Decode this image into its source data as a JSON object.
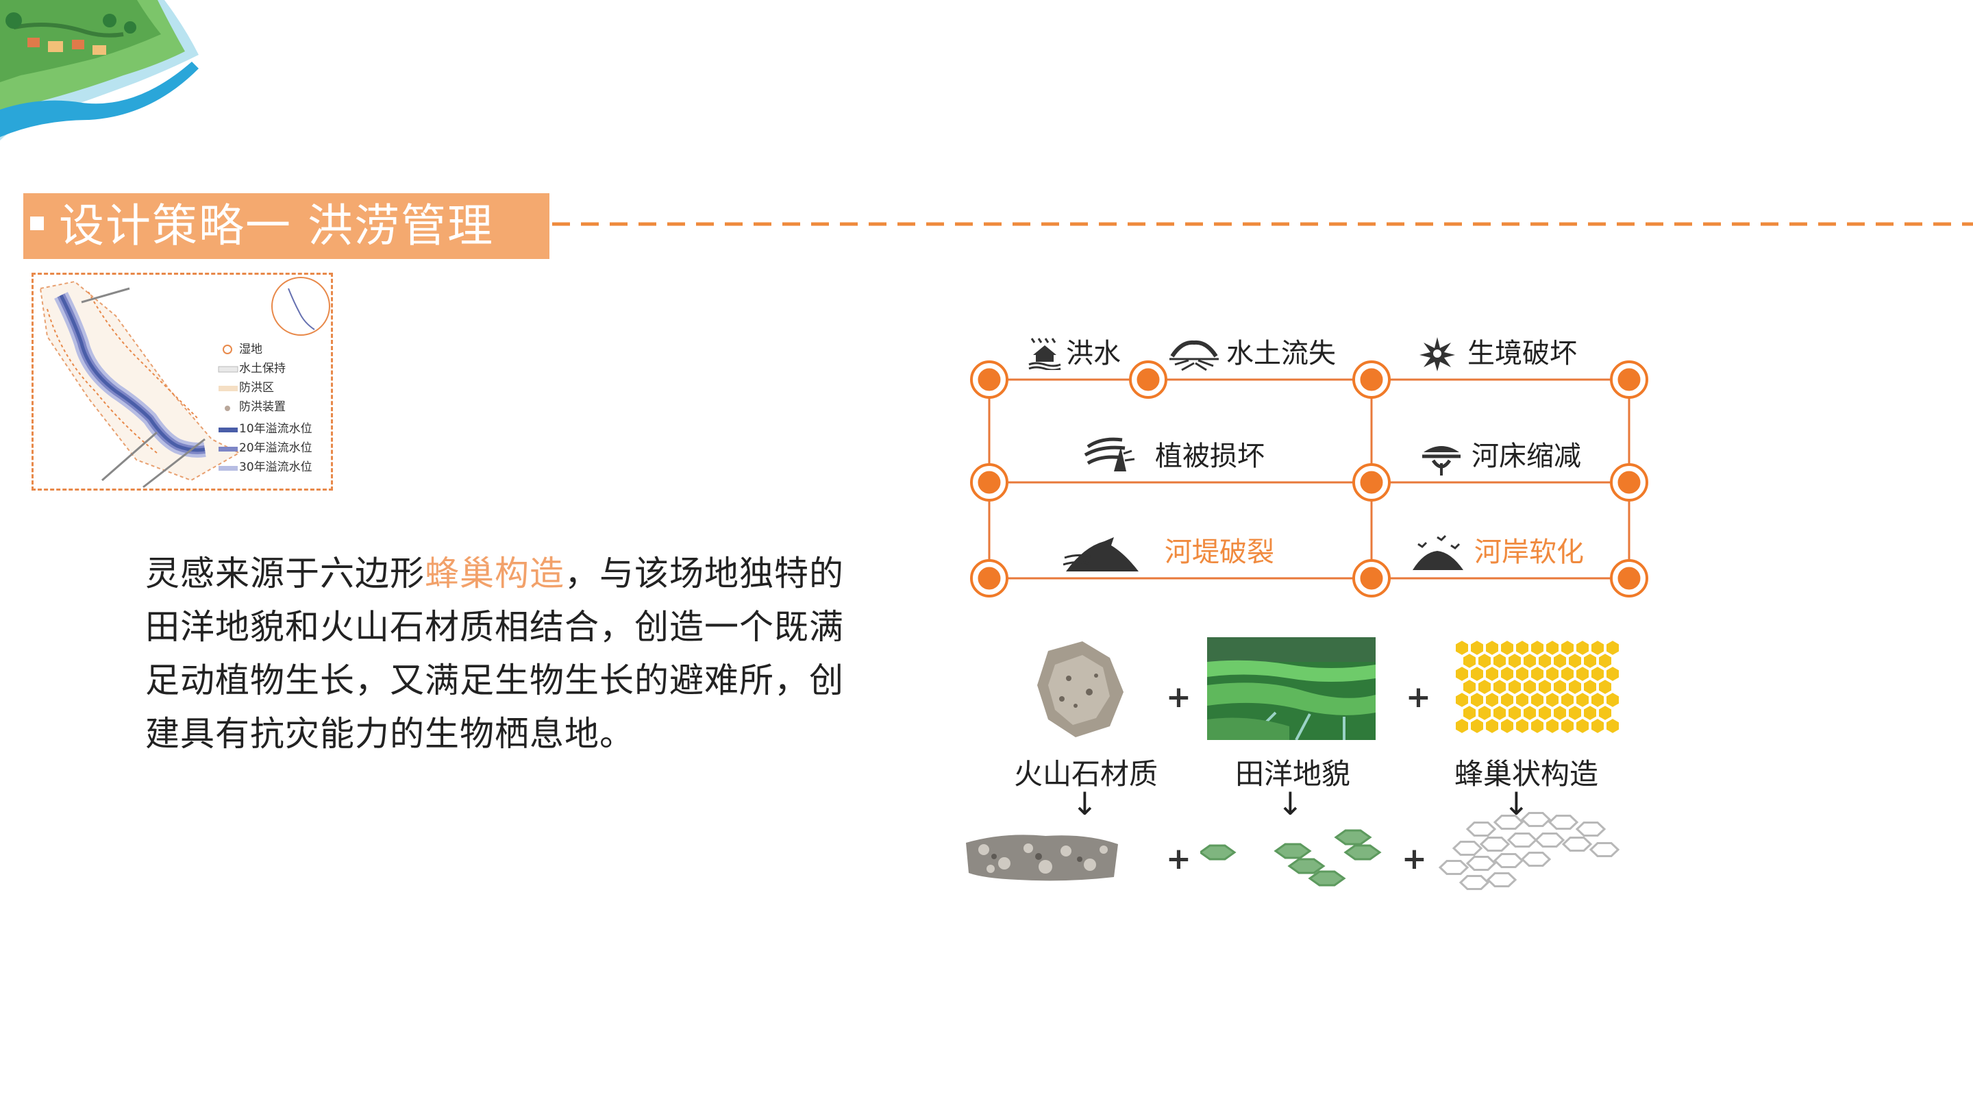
{
  "header": {
    "title": "设计策略一  洪涝管理"
  },
  "map": {
    "legend": [
      {
        "label": "湿地",
        "color": "#e8894a",
        "kind": "circle"
      },
      {
        "label": "水土保持",
        "color": "#e9e9e9",
        "kind": "box"
      },
      {
        "label": "防洪区",
        "color": "#f5dfc4",
        "kind": "box"
      },
      {
        "label": "防洪装置",
        "color": "#b9a79a",
        "kind": "dot"
      },
      {
        "label": "10年溢流水位",
        "color": "#4a5ea8",
        "kind": "bar"
      },
      {
        "label": "20年溢流水位",
        "color": "#7d86c6",
        "kind": "bar"
      },
      {
        "label": "30年溢流水位",
        "color": "#b7bde3",
        "kind": "bar"
      }
    ]
  },
  "description": {
    "part1": "灵感来源于六边形",
    "highlight": "蜂巢构造",
    "part2": "，与该场地独特的田洋地貌和火山石材质相结合，创造一个既满足动植物生长，又满足生物生长的避难所，创建具有抗灾能力的生物栖息地。"
  },
  "network": {
    "issues": [
      {
        "label": "洪水",
        "icon": "flood-house-icon",
        "color": "#222222"
      },
      {
        "label": "水土流失",
        "icon": "soil-erosion-icon",
        "color": "#222222"
      },
      {
        "label": "生境破坏",
        "icon": "habitat-damage-icon",
        "color": "#222222"
      },
      {
        "label": "植被损坏",
        "icon": "vegetation-damage-icon",
        "color": "#222222"
      },
      {
        "label": "河床缩减",
        "icon": "riverbed-shrink-icon",
        "color": "#222222"
      },
      {
        "label": "河堤破裂",
        "icon": "levee-break-icon",
        "color": "#f08a3e"
      },
      {
        "label": "河岸软化",
        "icon": "bank-soften-icon",
        "color": "#f08a3e"
      }
    ],
    "accent": "#f07a28"
  },
  "materials": {
    "items": [
      {
        "label": "火山石材质",
        "icon": "volcanic-rock-icon"
      },
      {
        "label": "田洋地貌",
        "icon": "field-landscape-icon"
      },
      {
        "label": "蜂巢状构造",
        "icon": "honeycomb-icon"
      }
    ],
    "plus": "+",
    "arrow": "↓"
  }
}
